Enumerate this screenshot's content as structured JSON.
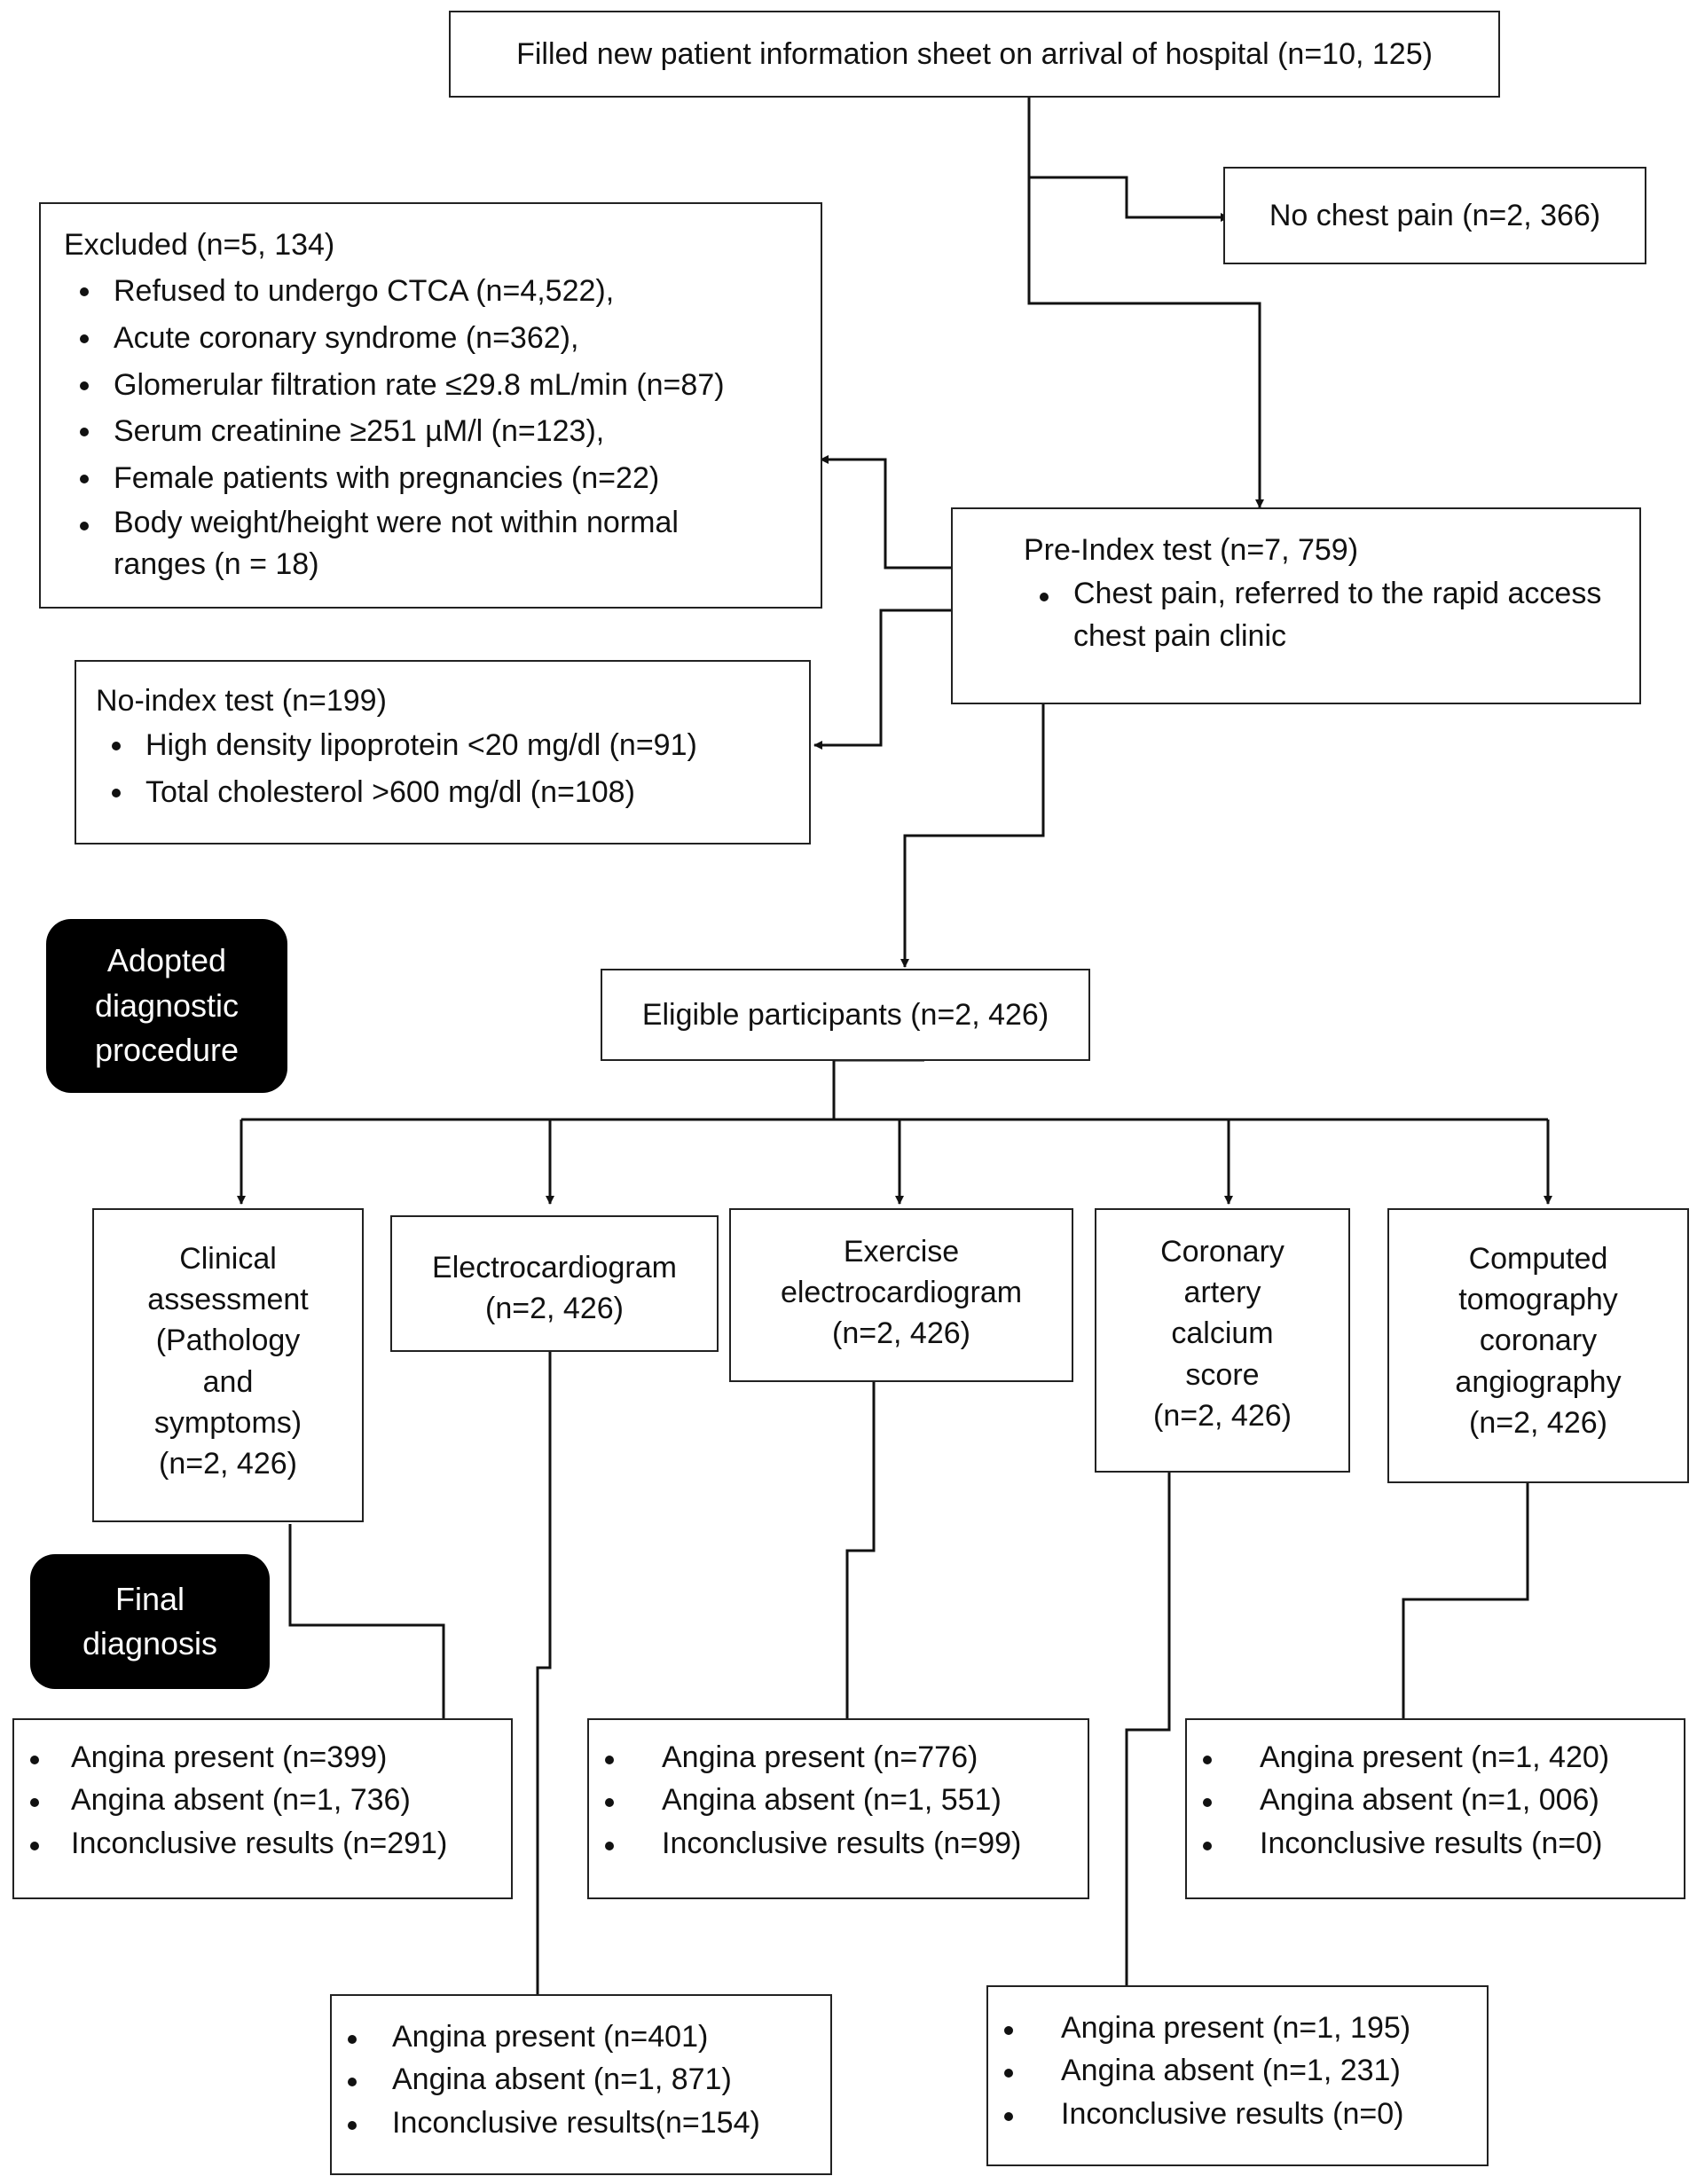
{
  "top": {
    "title": "Filled new patient information sheet on arrival of hospital (n=10, 125)"
  },
  "no_chest_pain": {
    "label": "No chest pain (n=2, 366)"
  },
  "excluded": {
    "title": "Excluded (n=5, 134)",
    "items": [
      "Refused to undergo CTCA (n=4,522),",
      "Acute coronary syndrome  (n=362),",
      "Glomerular filtration rate ≤29.8 mL/min (n=87)",
      "Serum creatinine ≥251 µM/l (n=123),",
      "Female patients with pregnancies (n=22)",
      "Body weight/height were not within normal ranges (n = 18)"
    ]
  },
  "pre_index": {
    "title": "Pre-Index test (n=7, 759)",
    "items": [
      "Chest pain, referred to the rapid access chest pain clinic"
    ]
  },
  "no_index": {
    "title": "No-index test (n=199)",
    "items": [
      "High density lipoprotein <20 mg/dl (n=91)",
      "Total cholesterol >600 mg/dl (n=108)"
    ]
  },
  "labels": {
    "adopted": [
      "Adopted",
      "diagnostic",
      "procedure"
    ],
    "final": [
      "Final",
      "diagnosis"
    ]
  },
  "eligible": {
    "title": "Eligible participants  (n=2, 426)"
  },
  "procedures": {
    "clinical": [
      "Clinical",
      "assessment",
      "(Pathology",
      "and",
      "symptoms)",
      "(n=2, 426)"
    ],
    "ecg": [
      "Electrocardiogram",
      "(n=2, 426)"
    ],
    "exercise_ecg": [
      "Exercise",
      "electrocardiogram",
      "(n=2, 426)"
    ],
    "cac": [
      "Coronary",
      "artery",
      "calcium",
      "score",
      "(n=2, 426)"
    ],
    "ctca": [
      "Computed",
      "tomography",
      "coronary",
      "angiography",
      "(n=2, 426)"
    ]
  },
  "results": {
    "clinical": [
      "Angina present (n=399)",
      "Angina absent (n=1, 736)",
      "Inconclusive results (n=291)"
    ],
    "exercise_ecg": [
      "Angina present (n=776)",
      "Angina absent (n=1, 551)",
      "Inconclusive results (n=99)"
    ],
    "ctca": [
      "Angina present (n=1, 420)",
      "Angina absent (n=1, 006)",
      "Inconclusive results (n=0)"
    ],
    "ecg": [
      "Angina present (n=401)",
      "Angina absent (n=1, 871)",
      "Inconclusive results(n=154)"
    ],
    "cac": [
      "Angina present (n=1, 195)",
      "Angina absent (n=1, 231)",
      "Inconclusive results (n=0)"
    ]
  }
}
